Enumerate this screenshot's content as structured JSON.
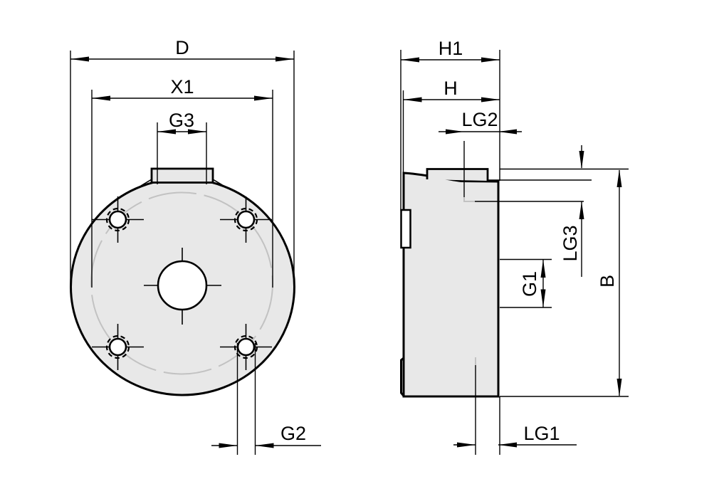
{
  "drawing": {
    "type": "technical-dimension-drawing",
    "views": {
      "front": {
        "title": "front-view-flange",
        "dims": [
          {
            "id": "D",
            "label": "D"
          },
          {
            "id": "X1",
            "label": "X1"
          },
          {
            "id": "G3",
            "label": "G3"
          },
          {
            "id": "G2",
            "label": "G2"
          }
        ]
      },
      "side": {
        "title": "side-view-body",
        "dims": [
          {
            "id": "H1",
            "label": "H1"
          },
          {
            "id": "H",
            "label": "H"
          },
          {
            "id": "LG2",
            "label": "LG2"
          },
          {
            "id": "LG3",
            "label": "LG3"
          },
          {
            "id": "G1",
            "label": "G1"
          },
          {
            "id": "B",
            "label": "B"
          },
          {
            "id": "LG1",
            "label": "LG1"
          }
        ]
      }
    },
    "colors": {
      "background": "#ffffff",
      "line": "#000000",
      "part_fill": "#e8e8e8",
      "centerline_gray": "#c2c2c2"
    }
  }
}
